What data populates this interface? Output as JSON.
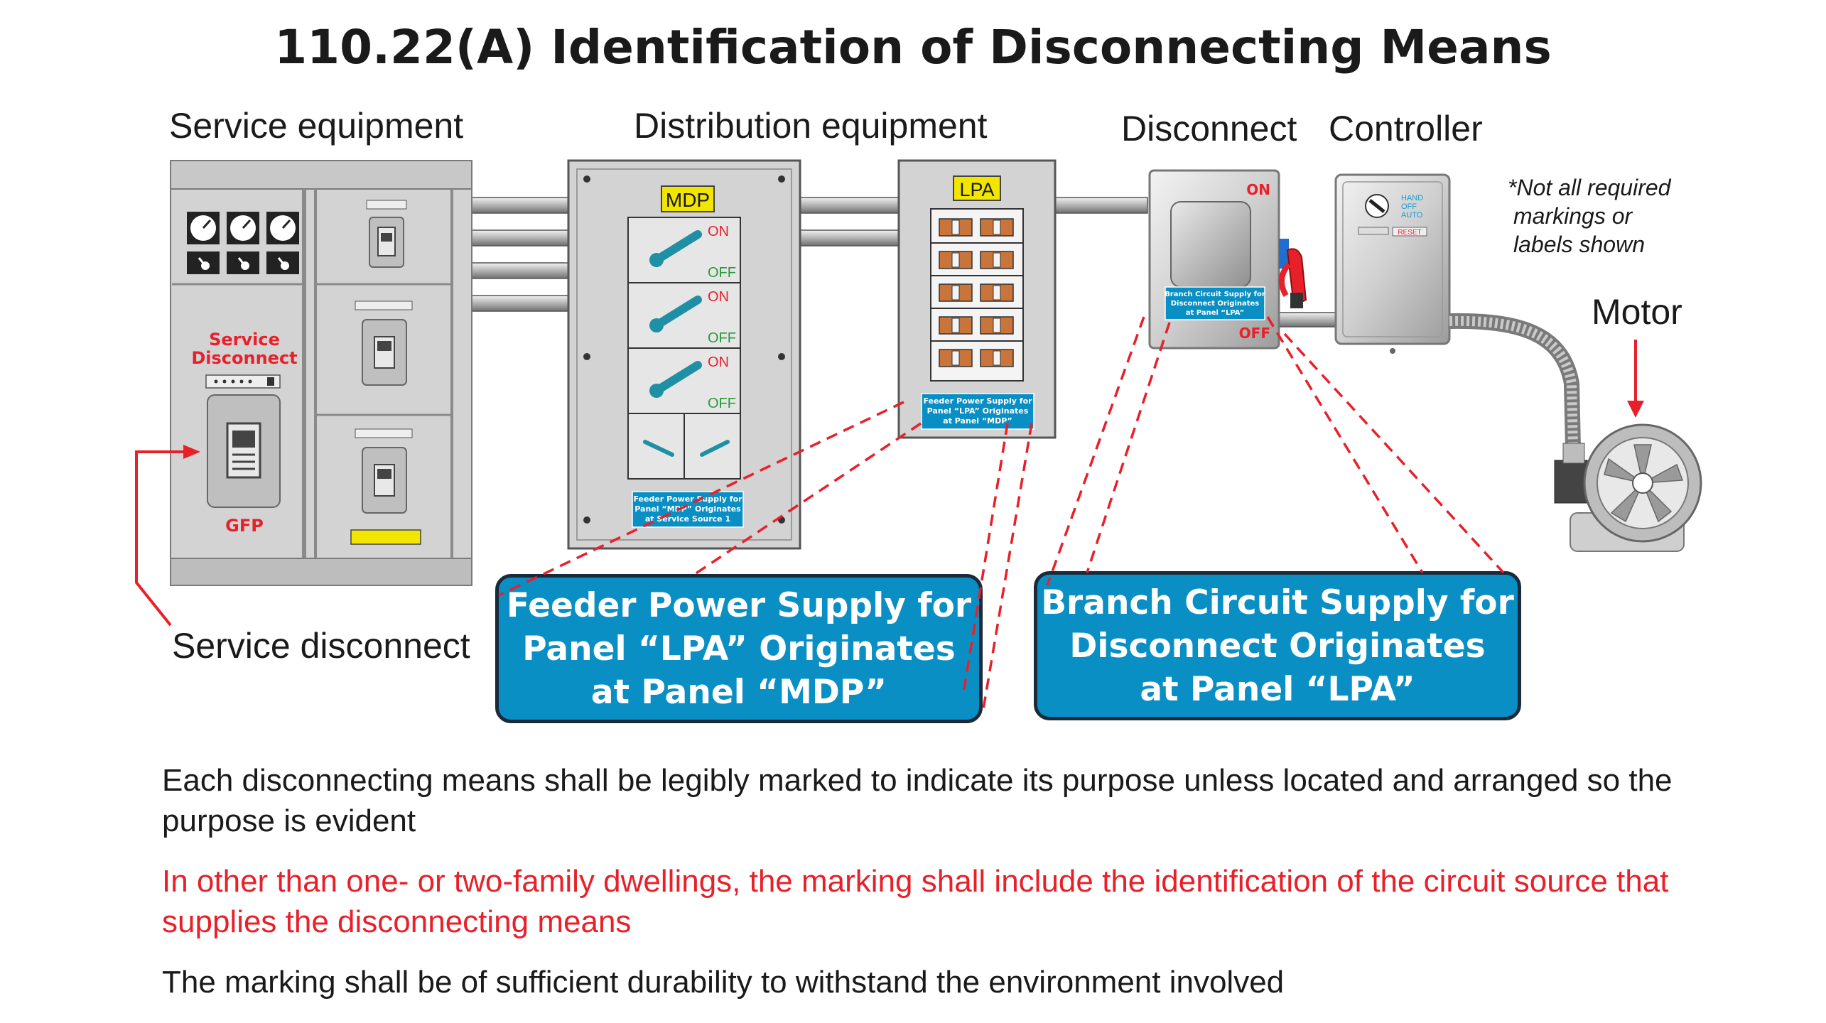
{
  "title": "110.22(A) Identification of Disconnecting Means",
  "sections": {
    "service_equipment": "Service equipment",
    "distribution_equipment": "Distribution equipment",
    "disconnect": "Disconnect",
    "controller": "Controller",
    "motor": "Motor",
    "service_disconnect": "Service disconnect"
  },
  "note": [
    "*Not all required",
    "markings or",
    "labels shown"
  ],
  "service_panel": {
    "label_line1": "Service",
    "label_line2": "Disconnect",
    "gfp": "GFP"
  },
  "mdp": {
    "name": "MDP",
    "on": "ON",
    "off": "OFF",
    "tag": [
      "Feeder Power Supply for",
      "Panel “MDP” Originates",
      "at Service Source 1"
    ]
  },
  "lpa": {
    "name": "LPA",
    "tag": [
      "Feeder Power Supply for",
      "Panel “LPA” Originates",
      "at Panel “MDP”"
    ]
  },
  "disconnect_box": {
    "on": "ON",
    "off": "OFF",
    "tag": [
      "Branch Circuit Supply for",
      "Disconnect Originates",
      "at Panel “LPA”"
    ]
  },
  "controller_box": {
    "hand": "HAND",
    "off": "OFF",
    "auto": "AUTO",
    "reset": "RESET"
  },
  "callouts": {
    "feeder": [
      "Feeder Power Supply for",
      "Panel “LPA” Originates",
      "at Panel “MDP”"
    ],
    "branch": [
      "Branch Circuit Supply for",
      "Disconnect Originates",
      "at Panel “LPA”"
    ]
  },
  "paragraphs": [
    "Each disconnecting means shall be legibly marked to indicate its purpose unless located and arranged so the purpose is evident",
    "In other than one- or two-family dwellings, the marking shall include the identification of the circuit source that supplies the disconnecting means",
    "The marking shall be of sufficient durability to withstand the environment involved"
  ],
  "colors": {
    "accent_red": "#e8202a",
    "callout_blue": "#0a8fc4",
    "on_red": "#e8202a",
    "off_green": "#2a9a3a",
    "handle_teal": "#1f8fa5"
  }
}
